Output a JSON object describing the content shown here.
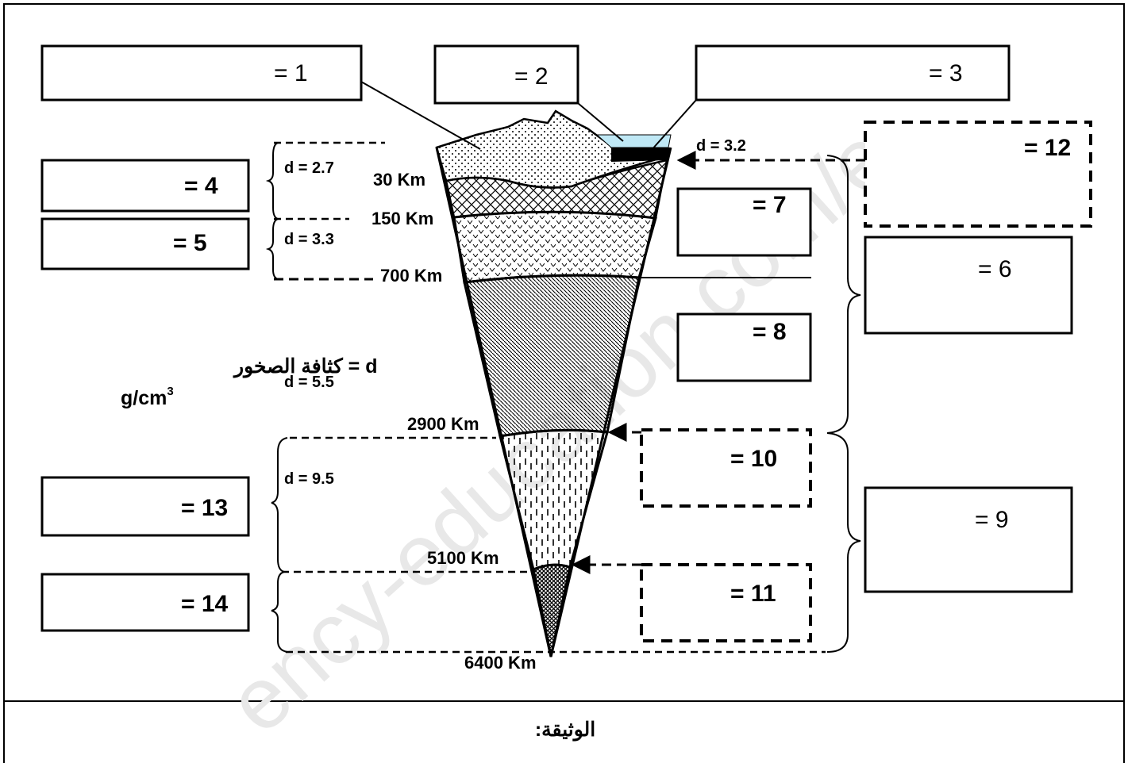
{
  "diagram": {
    "labels": {
      "b1": "= 1",
      "b2": "= 2",
      "b3": "= 3",
      "b4": "= 4",
      "b5": "= 5",
      "b6": "= 6",
      "b7": "= 7",
      "b8": "= 8",
      "b9": "= 9",
      "b10": "= 10",
      "b11": "= 11",
      "b12": "= 12",
      "b13": "= 13",
      "b14": "= 14"
    },
    "depths": {
      "d30": "30 Km",
      "d150": "150 Km",
      "d700": "700 Km",
      "d2900": "2900 Km",
      "d5100": "5100 Km",
      "d6400": "6400 Km"
    },
    "densities": {
      "d27": "d = 2.7",
      "d33": "d = 3.3",
      "d32": "d = 3.2",
      "d55": "d = 5.5",
      "d95": "d = 9.5"
    },
    "legend": {
      "line1": "d = كثافة الصخور",
      "unit": "g/cm",
      "sup": "3"
    },
    "caption": "الوثيقة:",
    "watermark": "ency-education.com/e"
  }
}
